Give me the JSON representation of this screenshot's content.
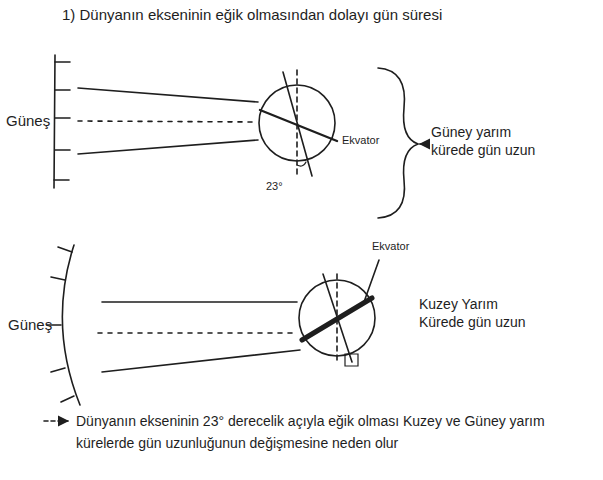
{
  "diagram": {
    "title": "1) Dünyanın ekseninin eğik olmasından dolayı gün süresi",
    "caption": "Dünyanın ekseninin 23° derecelik açıyla eğik olması Kuzey ve Güney yarım kürelerde gün uzunluğunun değişmesine neden olur",
    "labels": [
      "Güneş",
      "Ekvator",
      "23°",
      "Güney yarım kürede gün uzun",
      "Güneş",
      "Ekvator",
      "Kuzey Yarım Kürede gün uzun"
    ]
  }
}
